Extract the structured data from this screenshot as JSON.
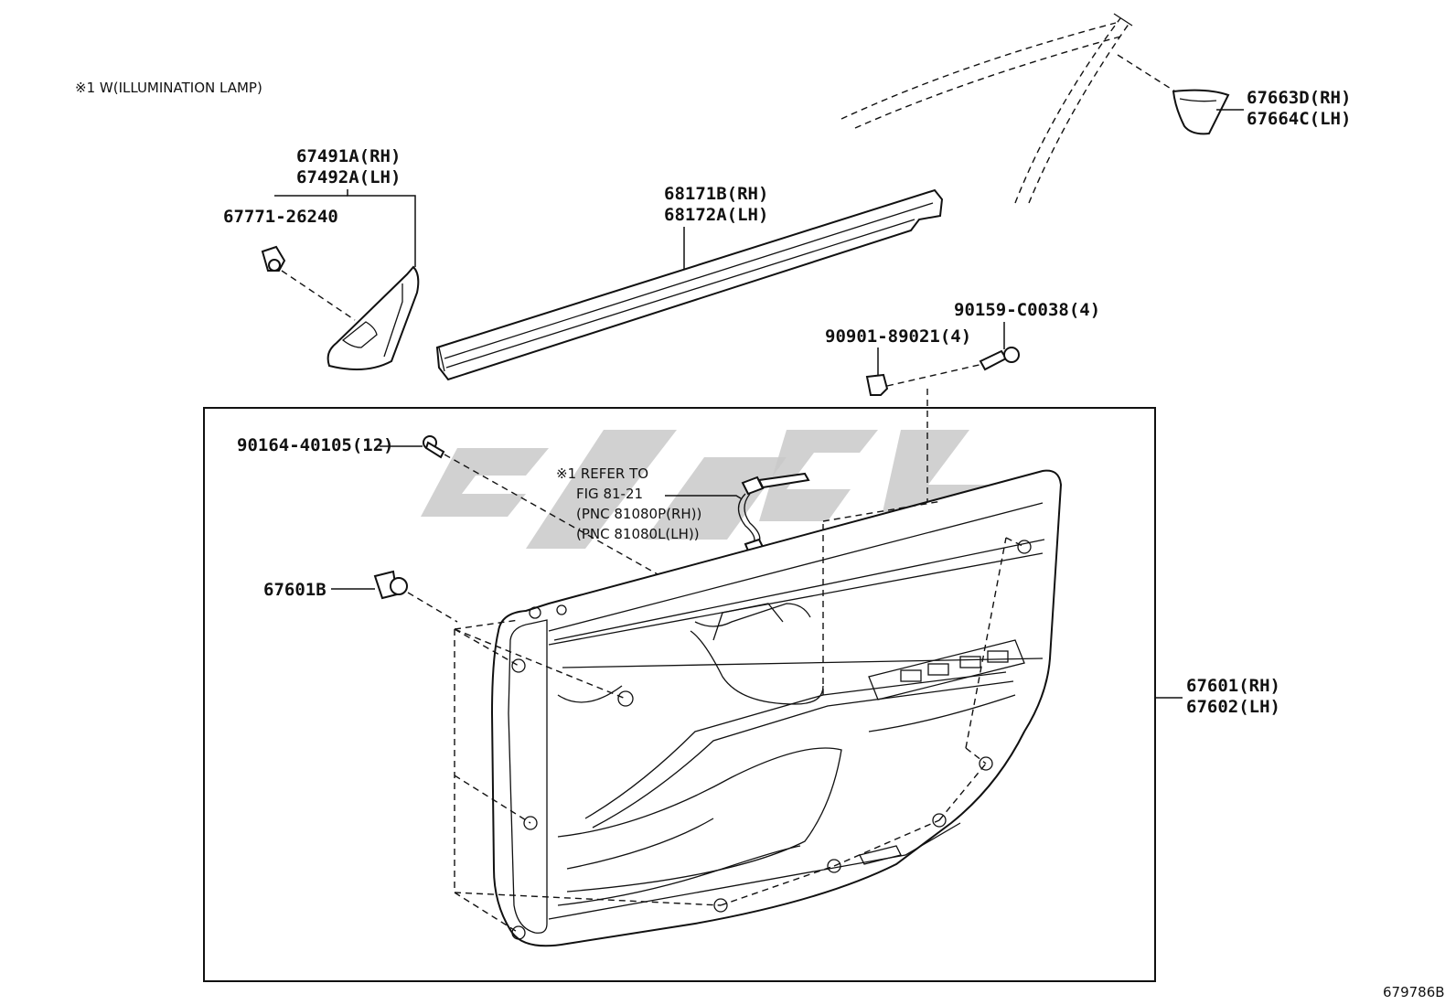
{
  "note": "※1 W(ILLUMINATION LAMP)",
  "figure_code": "679786B",
  "labels": {
    "corner_cover_rh": "67663D(RH)",
    "corner_cover_lh": "67664C(LH)",
    "upper_panel_rh": "67491A(RH)",
    "upper_panel_lh": "67492A(LH)",
    "upper_clip": "67771-26240",
    "weatherstrip_rh": "68171B(RH)",
    "weatherstrip_lh": "68172A(LH)",
    "screw": "90159-C0038(4)",
    "nut": "90901-89021(4)",
    "small_clip": "90164-40105(12)",
    "big_clip": "67601B",
    "trim_panel_rh": "67601(RH)",
    "trim_panel_lh": "67602(LH)"
  },
  "refer": {
    "line1": "※1 REFER TO",
    "line2": "FIG 81-21",
    "line3": "(PNC 81080P(RH))",
    "line4": "(PNC 81080L(LH))"
  }
}
